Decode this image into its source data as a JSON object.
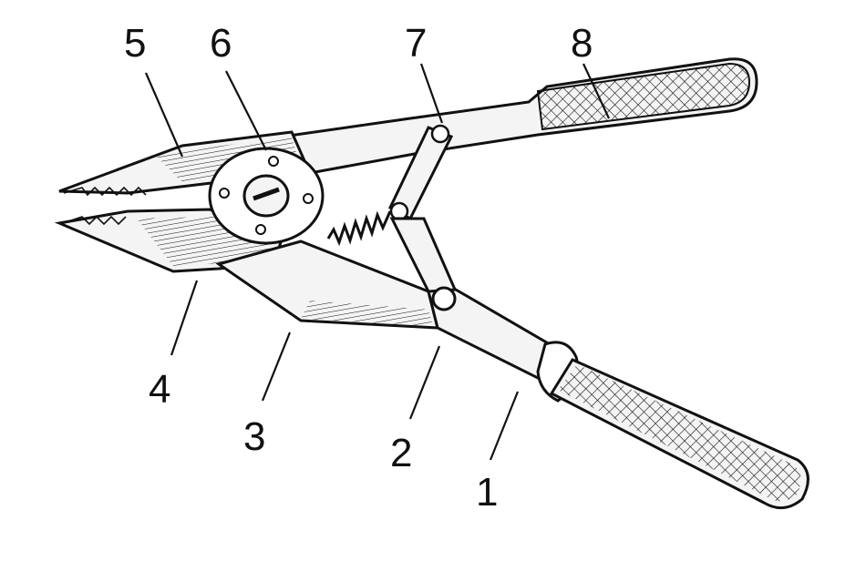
{
  "diagram": {
    "labels": [
      {
        "id": "1",
        "text": "1"
      },
      {
        "id": "2",
        "text": "2"
      },
      {
        "id": "3",
        "text": "3"
      },
      {
        "id": "4",
        "text": "4"
      },
      {
        "id": "5",
        "text": "5"
      },
      {
        "id": "6",
        "text": "6"
      },
      {
        "id": "7",
        "text": "7"
      },
      {
        "id": "8",
        "text": "8"
      }
    ]
  },
  "colors": {
    "ink": "#111111",
    "paper": "#ffffff",
    "metal": "#f4f4f4"
  }
}
